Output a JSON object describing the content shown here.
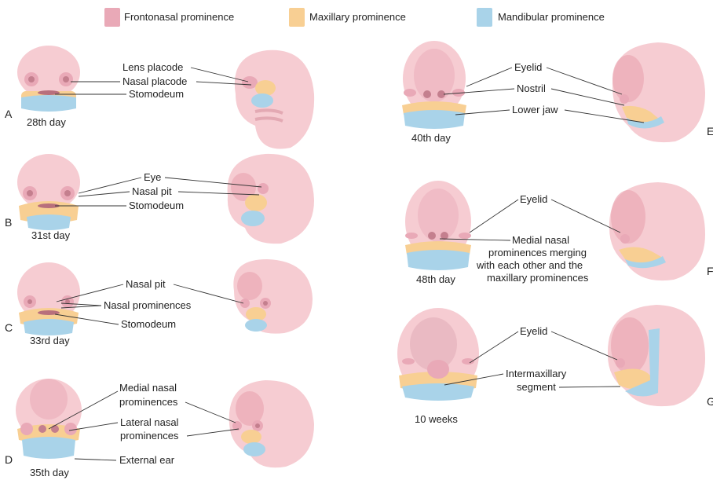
{
  "legend": [
    {
      "label": "Frontonasal prominence",
      "color": "#e9a9b7"
    },
    {
      "label": "Maxillary prominence",
      "color": "#f8cf93"
    },
    {
      "label": "Mandibular prominence",
      "color": "#a9d3e9"
    }
  ],
  "colors": {
    "skin": "#f6ccd2",
    "skin_dark": "#eba8b3",
    "frontonasal": "#e9a9b7",
    "maxillary": "#f8cf93",
    "mandibular": "#a9d3e9"
  },
  "panels": {
    "A": {
      "letter": "A",
      "age": "28th day",
      "labels": [
        "Lens placode",
        "Nasal placode",
        "Stomodeum"
      ]
    },
    "B": {
      "letter": "B",
      "age": "31st day",
      "labels": [
        "Eye",
        "Nasal pit",
        "Stomodeum"
      ]
    },
    "C": {
      "letter": "C",
      "age": "33rd day",
      "labels": [
        "Nasal pit",
        "Nasal prominences",
        "Stomodeum"
      ]
    },
    "D": {
      "letter": "D",
      "age": "35th day",
      "labels": [
        "Medial nasal",
        "prominences",
        "Lateral nasal",
        "prominences",
        "External ear"
      ]
    },
    "E": {
      "letter": "E",
      "age": "40th day",
      "labels": [
        "Eyelid",
        "Nostril",
        "Lower jaw"
      ]
    },
    "F": {
      "letter": "F",
      "age": "48th day",
      "labels": [
        "Eyelid",
        "Medial nasal",
        "prominences merging",
        "with each other and the",
        "maxillary prominences"
      ]
    },
    "G": {
      "letter": "G",
      "age": "10 weeks",
      "labels": [
        "Eyelid",
        "Intermaxillary",
        "segment"
      ]
    }
  }
}
